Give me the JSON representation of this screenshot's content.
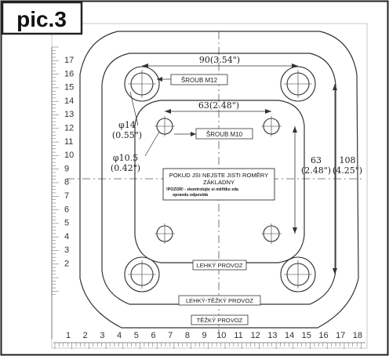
{
  "figure": {
    "label": "pic.3",
    "notice": {
      "line1": "POKUD JSI NEJSTE JISTI ROMĚRY",
      "line2": "ZÁKLADNY",
      "line3": "!POZOR! - zkontrolujte si měřítko zda",
      "line4": "opravdu odpovídá"
    },
    "labels": {
      "bolt_m12": "ŠROUB M12",
      "bolt_m10": "ŠROUB M10",
      "light": "LEHKÝ PROVOZ",
      "medium": "LEHKÝ-TĚŽKÝ PROVOZ",
      "heavy": "TĚŽKÝ PROVOZ"
    },
    "dimensions": {
      "outer_width": "90(3.54\")",
      "inner_width": "63(2.48\")",
      "inner_height_mm": "63",
      "inner_height_in": "(2.48\")",
      "outer_height_mm": "108",
      "outer_height_in": "(4.25\")",
      "hole_large_mm": "φ14",
      "hole_large_in": "(0.55\")",
      "hole_small_mm": "φ10.5",
      "hole_small_in": "(0.42\")"
    },
    "ruler_x": [
      "1",
      "2",
      "3",
      "4",
      "5",
      "6",
      "7",
      "8",
      "9",
      "10",
      "11",
      "12",
      "13",
      "14",
      "15",
      "16",
      "17",
      "18"
    ],
    "ruler_y": [
      "17",
      "16",
      "15",
      "14",
      "13",
      "12",
      "11",
      "10",
      "9",
      "8",
      "7",
      "6",
      "5",
      "4",
      "3",
      "2"
    ]
  }
}
